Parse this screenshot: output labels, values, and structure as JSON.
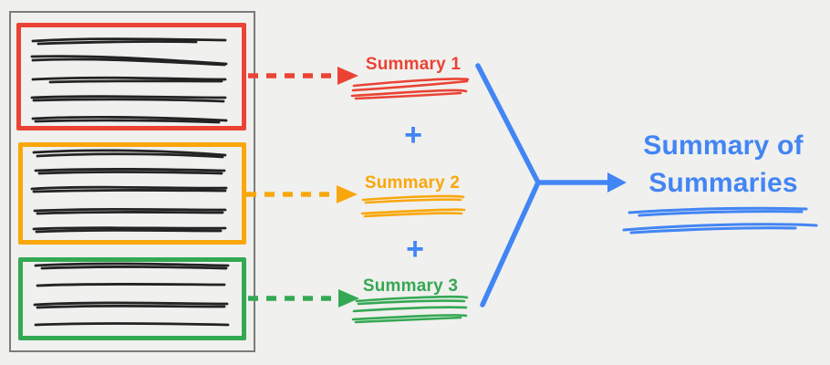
{
  "colors": {
    "background": "#f0f0ee",
    "frame": "#7b7b7b",
    "ink": "#232323",
    "red": "#EA4335",
    "orange": "#F9A70C",
    "green": "#34A853",
    "blue": "#4285F4"
  },
  "diagram": {
    "source_document": {
      "chunks": [
        {
          "id": "chunk-1",
          "color": "#EA4335",
          "text_lines": 5
        },
        {
          "id": "chunk-2",
          "color": "#F9A70C",
          "text_lines": 5
        },
        {
          "id": "chunk-3",
          "color": "#34A853",
          "text_lines": 4
        }
      ]
    },
    "summaries": [
      {
        "label": "Summary 1",
        "color": "#EA4335"
      },
      {
        "label": "Summary 2",
        "color": "#F9A70C"
      },
      {
        "label": "Summary 3",
        "color": "#34A853"
      }
    ],
    "operators": {
      "plus_1": "+",
      "plus_2": "+"
    },
    "final_summary": {
      "label": "Summary of Summaries",
      "color": "#4285F4"
    }
  }
}
